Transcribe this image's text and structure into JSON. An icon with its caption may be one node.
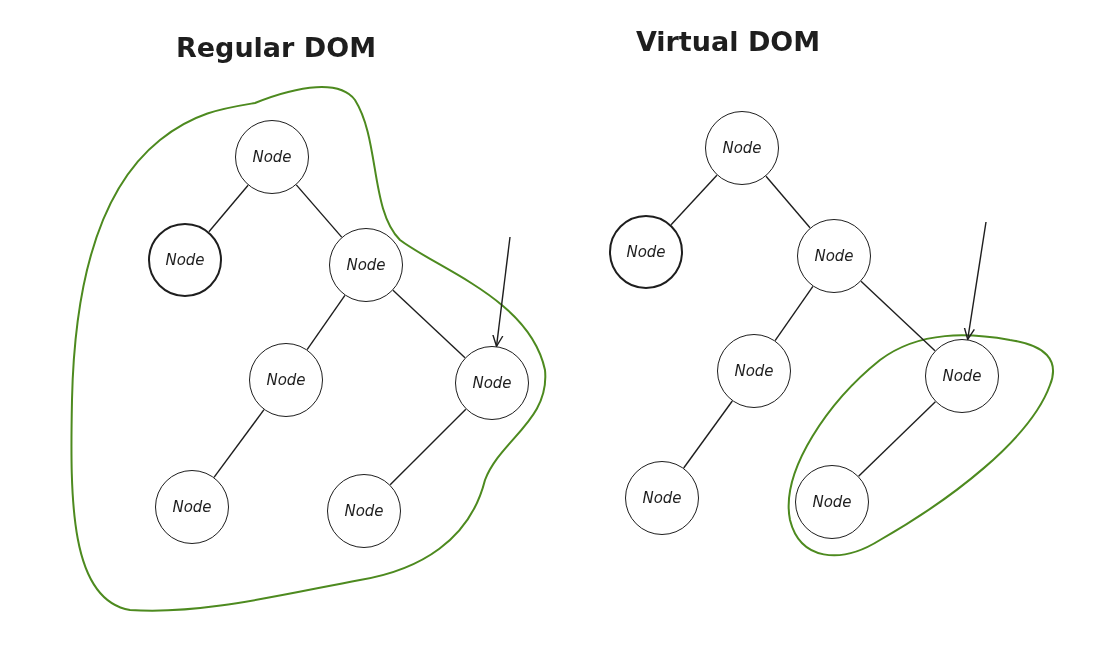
{
  "diagram": {
    "nodes": [
      {
        "text": [],
        "shape": "loop"
      },
      {
        "text": [
          "Node"
        ],
        "in": 0
      },
      {
        "text": [
          "Node"
        ],
        "in": 0
      },
      {
        "text": [
          "Node"
        ],
        "in": 0
      },
      {
        "text": [
          "Node"
        ],
        "in": 0
      },
      {
        "text": [
          "Node"
        ],
        "in": 0
      },
      {
        "text": [
          "Node"
        ],
        "in": 0
      },
      {
        "text": [
          "Node"
        ],
        "in": 0
      },
      {
        "text": [
          "Node"
        ]
      },
      {
        "text": [
          "Node"
        ]
      },
      {
        "text": [
          "Node"
        ]
      },
      {
        "text": [
          "Node"
        ]
      },
      {
        "text": [
          "Node"
        ]
      },
      {
        "text": [],
        "shape": "loop"
      },
      {
        "text": [
          "Node"
        ],
        "in": 13
      },
      {
        "text": [
          "Node"
        ],
        "in": 13
      }
    ],
    "edges": [
      {
        "from": 1,
        "to": 2,
        "arrow": "none"
      },
      {
        "from": 1,
        "to": 3,
        "arrow": "none"
      },
      {
        "from": 3,
        "to": 4,
        "arrow": "none"
      },
      {
        "from": 3,
        "to": 5,
        "arrow": "none"
      },
      {
        "from": 4,
        "to": 6,
        "arrow": "none"
      },
      {
        "from": 5,
        "to": 7,
        "arrow": "none"
      },
      {
        "from": null,
        "to": 5,
        "arrow": "to"
      },
      {
        "from": 8,
        "to": 9,
        "arrow": "none"
      },
      {
        "from": 8,
        "to": 10,
        "arrow": "none"
      },
      {
        "from": 10,
        "to": 11,
        "arrow": "none"
      },
      {
        "from": 10,
        "to": 14,
        "arrow": "none"
      },
      {
        "from": 11,
        "to": 12,
        "arrow": "none"
      },
      {
        "from": 14,
        "to": 15,
        "arrow": "none"
      },
      {
        "from": null,
        "to": 14,
        "arrow": "to"
      }
    ],
    "labels": [
      "Regular DOM",
      "Virtual DOM"
    ]
  }
}
